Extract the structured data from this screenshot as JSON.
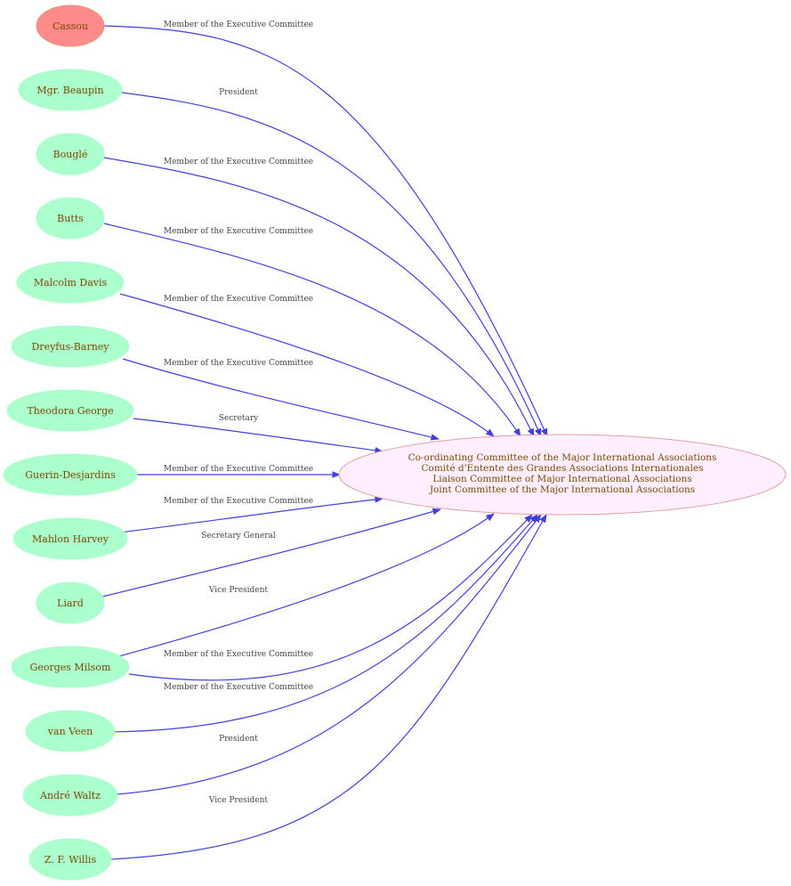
{
  "colors": {
    "edge": "#4040e0",
    "person_fill": "#aaffcc",
    "highlight_fill": "#ff8a8a",
    "highlight_stroke": "#d9a07a",
    "center_fill": "#ffeeff",
    "center_stroke": "#e0a0a0",
    "text": "#7a4a00"
  },
  "center": {
    "lines": [
      "Co-ordinating Committee of the Major International Associations",
      "Comité d'Entente des Grandes Associations Internationales",
      "Liaison Committee of Major International Associations",
      "Joint Committee of the Major International Associations"
    ]
  },
  "people": [
    {
      "name": "Cassou",
      "role": "Member of the Executive Committee",
      "highlight": true
    },
    {
      "name": "Mgr. Beaupin",
      "role": "President",
      "highlight": false
    },
    {
      "name": "Bouglé",
      "role": "Member of the Executive Committee",
      "highlight": false
    },
    {
      "name": "Butts",
      "role": "Member of the Executive Committee",
      "highlight": false
    },
    {
      "name": "Malcolm Davis",
      "role": "Member of the Executive Committee",
      "highlight": false
    },
    {
      "name": "Dreyfus-Barney",
      "role": "Member of the Executive Committee",
      "highlight": false
    },
    {
      "name": "Theodora George",
      "role": "Secretary",
      "highlight": false
    },
    {
      "name": "Guerin-Desjardins",
      "role": "Member of the Executive Committee",
      "highlight": false
    },
    {
      "name": "Mahlon Harvey",
      "role": "Member of the Executive Committee",
      "highlight": false
    },
    {
      "name": "Liard",
      "role": "Secretary General",
      "highlight": false
    },
    {
      "name": "Georges Milsom",
      "role": "Vice President",
      "highlight": false
    },
    {
      "name": "van Veen",
      "role": "Member of the Executive Committee",
      "highlight": false
    },
    {
      "name": "André Waltz",
      "role": "Member of the Executive Committee",
      "highlight": false
    },
    {
      "name": "Z. F. Willis",
      "role": "President",
      "highlight": false
    },
    {
      "name": "",
      "role": "Vice President",
      "highlight": false
    }
  ]
}
